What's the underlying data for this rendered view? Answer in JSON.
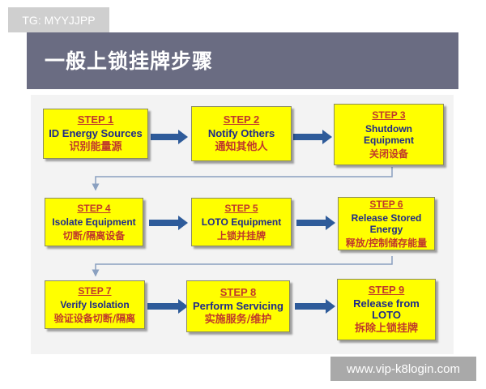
{
  "watermarks": {
    "top_left": "TG: MYYJJPP",
    "bottom_right": "www.vip-k8login.com"
  },
  "banner": {
    "title": "一般上锁挂牌步骤"
  },
  "steps": [
    {
      "label": "STEP 1",
      "english": "ID Energy Sources",
      "chinese": "识别能量源"
    },
    {
      "label": "STEP 2",
      "english": "Notify Others",
      "chinese": "通知其他人"
    },
    {
      "label": "STEP 3",
      "english": "Shutdown Equipment",
      "chinese": "关闭设备"
    },
    {
      "label": "STEP 4",
      "english": "Isolate Equipment",
      "chinese": "切断/隔离设备"
    },
    {
      "label": "STEP 5",
      "english": "LOTO Equipment",
      "chinese": "上锁并挂牌"
    },
    {
      "label": "STEP 6",
      "english": "Release Stored Energy",
      "chinese": "释放/控制储存能量"
    },
    {
      "label": "STEP 7",
      "english": "Verify Isolation",
      "chinese": "验证设备切断/隔离"
    },
    {
      "label": "STEP 8",
      "english": "Perform Servicing",
      "chinese": "实施服务/维护"
    },
    {
      "label": "STEP 9",
      "english": "Release from LOTO",
      "chinese": "拆除上锁挂牌"
    }
  ],
  "colors": {
    "box_fill": "#ffff00",
    "step_label": "#c0392b",
    "english_text": "#1f2a8a",
    "chinese_text": "#c0392b",
    "arrow": "#2e5b9a",
    "banner": "#6a6c82"
  }
}
